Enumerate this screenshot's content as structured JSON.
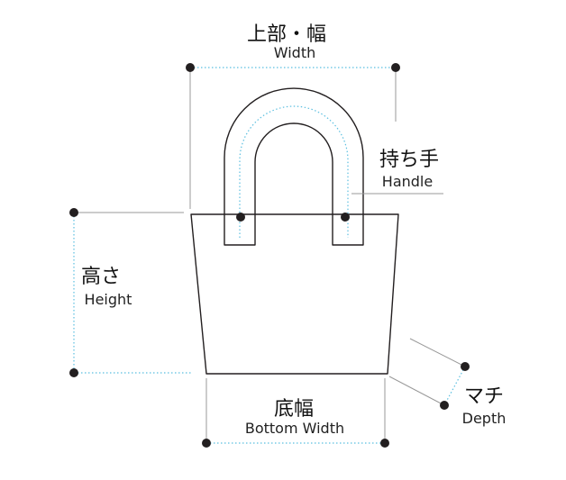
{
  "labels": {
    "width": {
      "jp": "上部・幅",
      "en": "Width"
    },
    "handle": {
      "jp": "持ち手",
      "en": "Handle"
    },
    "height": {
      "jp": "高さ",
      "en": "Height"
    },
    "bottom_width": {
      "jp": "底幅",
      "en": "Bottom Width"
    },
    "depth": {
      "jp": "マチ",
      "en": "Depth"
    }
  },
  "colors": {
    "outline": "#231f20",
    "dimension_line": "#5bbfe0",
    "extension_line": "#999999",
    "handle_stitch": "#5bbfe0"
  }
}
